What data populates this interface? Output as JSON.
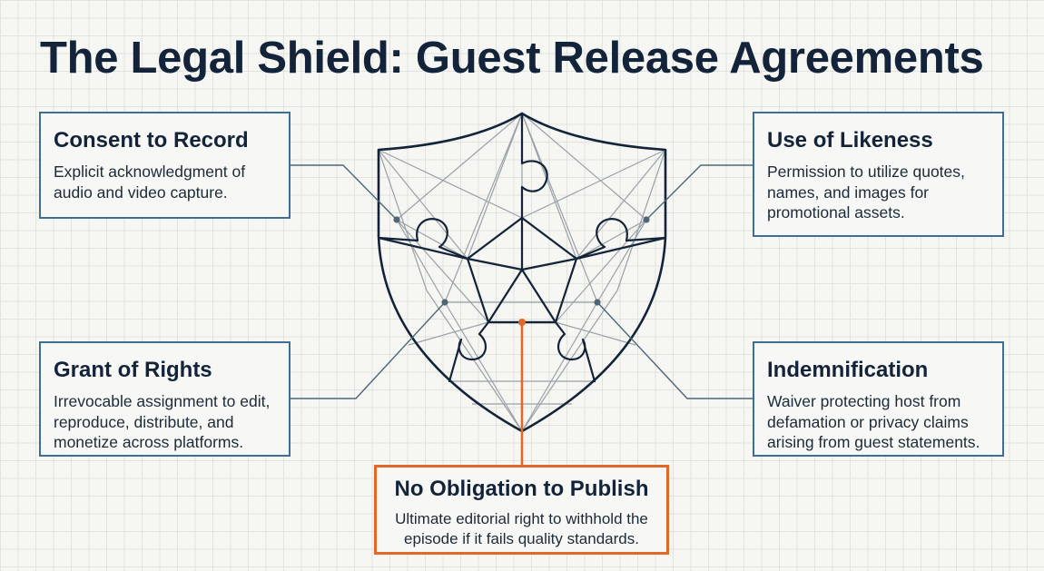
{
  "title": "The Legal Shield: Guest Release Agreements",
  "cards": {
    "consent": {
      "heading": "Consent to Record",
      "body": "Explicit acknowledgment of audio and video capture."
    },
    "likeness": {
      "heading": "Use of Likeness",
      "body": "Permission to utilize quotes, names, and images for promotional assets."
    },
    "grant": {
      "heading": "Grant of Rights",
      "body": "Irrevocable assignment to edit, reproduce, distribute, and monetize across platforms."
    },
    "indemnification": {
      "heading": "Indemnification",
      "body": "Waiver protecting host from defamation or privacy claims arising from guest statements."
    },
    "publish": {
      "heading": "No Obligation to Publish",
      "body": "Ultimate editorial right to withhold the episode if it fails quality standards."
    }
  },
  "colors": {
    "navy": "#13233a",
    "blue_border": "#3d6e98",
    "accent_orange": "#e0692a",
    "line_gray": "#8e969e",
    "background": "#f6f6f3"
  },
  "icons": [
    "shield-icon",
    "puzzle-pieces-icon"
  ]
}
